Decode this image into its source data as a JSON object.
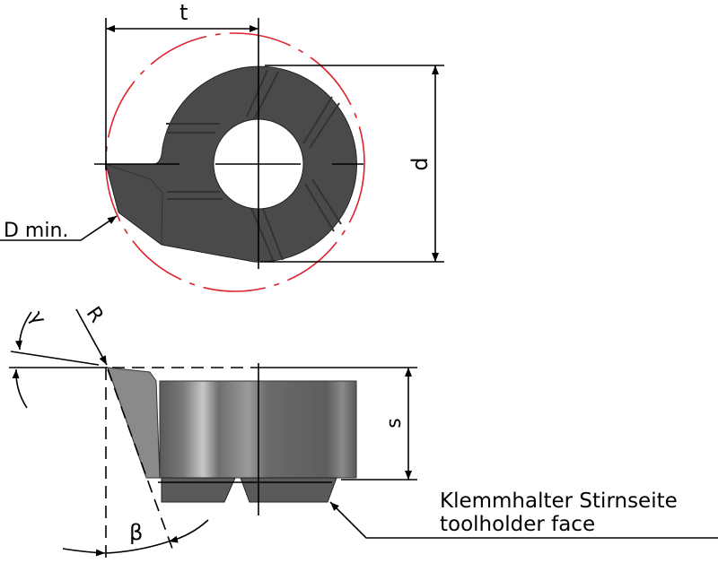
{
  "labels": {
    "t": "t",
    "d": "d",
    "d_min": "D min.",
    "r": "R",
    "gamma": "γ",
    "s": "s",
    "beta": "β",
    "holder_de": "Klemmhalter Stirnseite",
    "holder_en": "toolholder face"
  },
  "colors": {
    "insert": "#4a4a4c",
    "circle": "#e0212b"
  }
}
